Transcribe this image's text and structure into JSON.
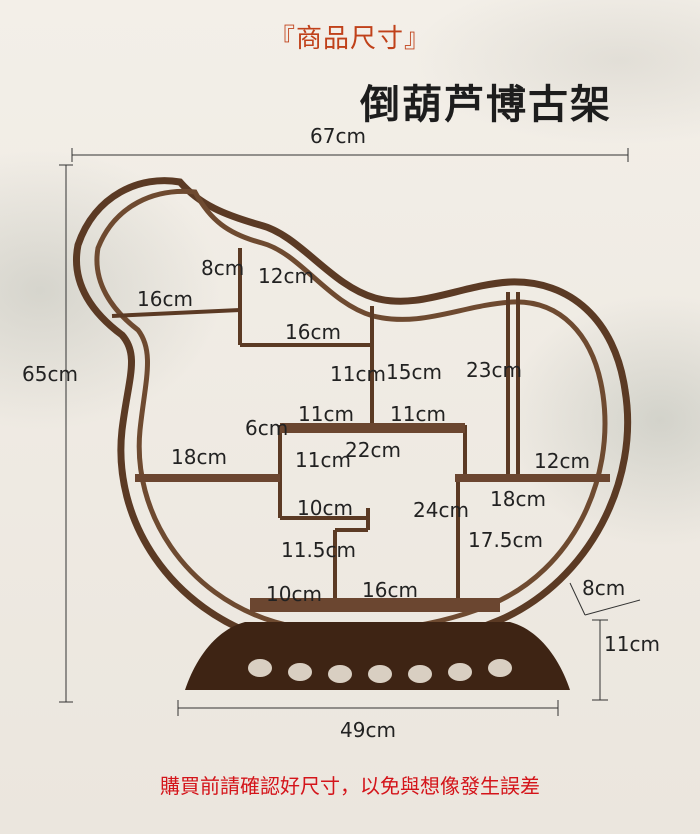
{
  "section_title": "『商品尺寸』",
  "product_name": "倒葫芦博古架",
  "footer_note": "購買前請確認好尺寸，以免與想像發生誤差",
  "colors": {
    "title_red": "#c0411a",
    "note_red": "#d4141a",
    "wood": "#5b3a24",
    "wood_light": "#8a6a50"
  },
  "dimensions": {
    "width_top": "67cm",
    "height": "65cm",
    "base_width": "49cm",
    "base_height": "11cm",
    "base_depth": "8cm",
    "top_shelf_16": "16cm",
    "gap_8": "8cm",
    "gap_12": "12cm",
    "mid_16": "16cm",
    "v_11_left": "11cm",
    "v_15": "15cm",
    "h_11_left": "11cm",
    "h_11_right": "11cm",
    "v_23": "23cm",
    "left_18": "18cm",
    "v_6": "6cm",
    "box_22": "22cm",
    "right_12": "12cm",
    "v_11_inner": "11cm",
    "right_18": "18cm",
    "inner_10": "10cm",
    "v_24": "24cm",
    "v_17_5": "17.5cm",
    "v_11_5": "11.5cm",
    "bottom_10": "10cm",
    "bottom_16": "16cm"
  }
}
